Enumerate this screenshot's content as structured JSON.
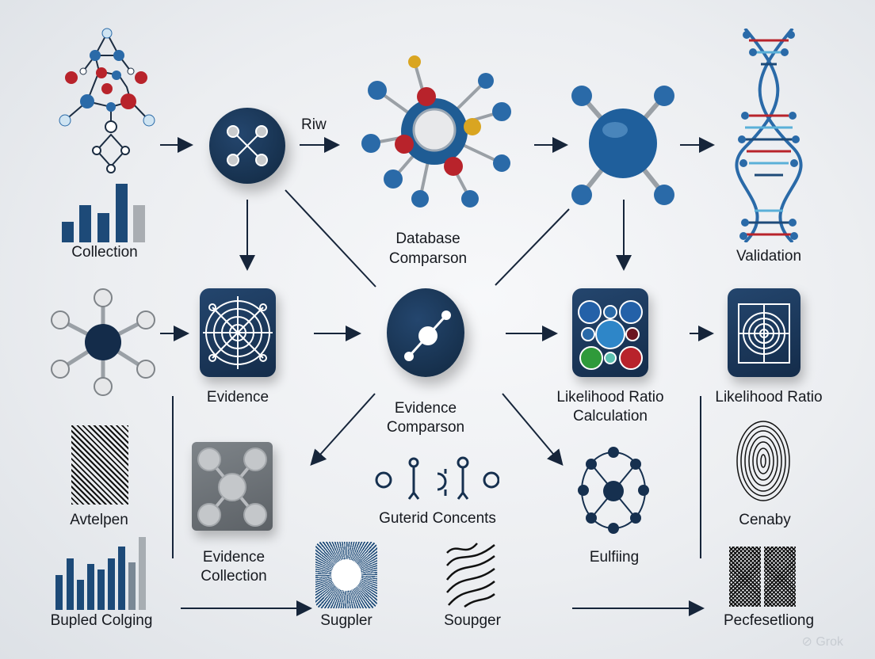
{
  "diagram": {
    "labels": {
      "collection": "Collection",
      "riw": "Riw",
      "database_comparison_1": "Database",
      "database_comparison_2": "Comparson",
      "validation": "Validation",
      "evidence": "Evidence",
      "evidence_comparison_1": "Evidence",
      "evidence_comparison_2": "Comparson",
      "lr_calc_1": "Likelihood Ratio",
      "lr_calc_2": "Calculation",
      "likelihood_ratio": "Likelihood Ratio",
      "avtelpen": "Avtelpen",
      "evidence_collection_1": "Evidence",
      "evidence_collection_2": "Collection",
      "guterid_concents": "Guterid Concents",
      "eulfiing": "Eulfiing",
      "cenaby": "Cenaby",
      "bupled_colging": "Bupled Colging",
      "sugpler": "Sugpler",
      "soupger": "Soupger",
      "pecfesetliong": "Pecfesetliong"
    },
    "icons": [
      "molecule-cluster-icon",
      "bar-chart-icon",
      "network-x-disc-icon",
      "complex-molecule-icon",
      "blue-molecule-icon",
      "dna-helix-icon",
      "white-molecule-icon",
      "radar-tile-icon",
      "node-link-disc-icon",
      "circles-grid-tile-icon",
      "target-tile-icon",
      "fingerprint-pattern-icon",
      "grey-molecule-tile-icon",
      "connector-glyphs-icon",
      "ring-network-icon",
      "fingerprint-icon",
      "bar-chart-2-icon",
      "radial-pattern-icon",
      "wave-pattern-icon",
      "checker-pattern-icon"
    ],
    "colors": {
      "navy": "#16304f",
      "blue": "#2a6aa8",
      "red": "#b8232b",
      "gold": "#d9a521",
      "green": "#2f9a3a"
    },
    "watermark": "Grok"
  }
}
